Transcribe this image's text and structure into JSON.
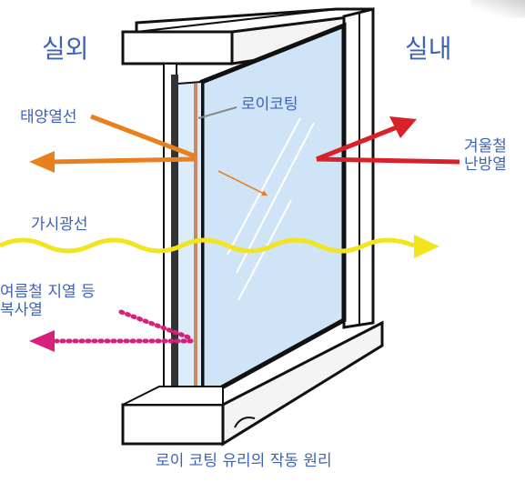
{
  "labels": {
    "outside": "실외",
    "inside": "실내",
    "solar_heat": "태양열선",
    "low_e_coating": "로이코팅",
    "winter_heating_line1": "겨울철",
    "winter_heating_line2": "난방열",
    "visible_light": "가시광선",
    "summer_radiation_line1": "여름철 지열 등",
    "summer_radiation_line2": "복사열"
  },
  "caption": "로이 코팅 유리의 작동 원리",
  "colors": {
    "label_text": "#3d63b8",
    "solar_arrow": "#e8801e",
    "heating_arrow": "#d8222a",
    "light_arrow": "#f2e41f",
    "radiation_arrow": "#d6217a",
    "glass": "#cfe4f6",
    "coating": "#c98a62"
  }
}
